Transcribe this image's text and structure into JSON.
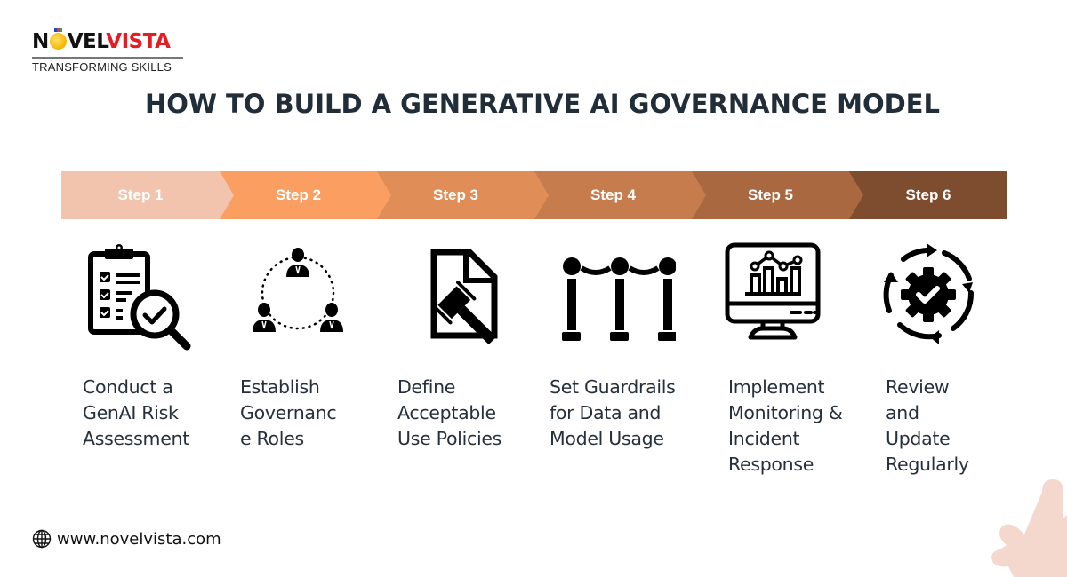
{
  "brand": {
    "logo_dark": "N",
    "logo_dark_rest": "VEL",
    "logo_red": "VISTA",
    "tagline": "TRANSFORMING SKILLS"
  },
  "title": "HOW TO BUILD A GENERATIVE AI GOVERNANCE MODEL",
  "colors": {
    "step1": "#f2c3ad",
    "step2": "#fa9e62",
    "step3": "#e08d57",
    "step4": "#c67c4d",
    "step5": "#a96840",
    "step6": "#7e4c2e",
    "text": "#222d3a",
    "accent_blob": "#f4d8cd"
  },
  "steps": [
    {
      "label": "Step 1",
      "icon": "clipboard-magnifier-icon",
      "lines": [
        "Conduct a",
        "GenAI Risk",
        "Assessment"
      ]
    },
    {
      "label": "Step 2",
      "icon": "team-network-icon",
      "lines": [
        "Establish",
        "Governanc",
        "e Roles"
      ]
    },
    {
      "label": "Step 3",
      "icon": "document-gavel-icon",
      "lines": [
        "Define",
        "Acceptable",
        "Use Policies"
      ]
    },
    {
      "label": "Step 4",
      "icon": "rope-barrier-icon",
      "lines": [
        "Set Guardrails",
        "for Data and",
        "Model Usage"
      ]
    },
    {
      "label": "Step 5",
      "icon": "monitor-chart-icon",
      "lines": [
        "Implement",
        "Monitoring &",
        "Incident",
        "Response"
      ]
    },
    {
      "label": "Step 6",
      "icon": "gear-cycle-icon",
      "lines": [
        "Review",
        "and",
        "Update",
        "Regularly"
      ]
    }
  ],
  "footer": {
    "icon": "globe-icon",
    "website": "www.novelvista.com"
  }
}
